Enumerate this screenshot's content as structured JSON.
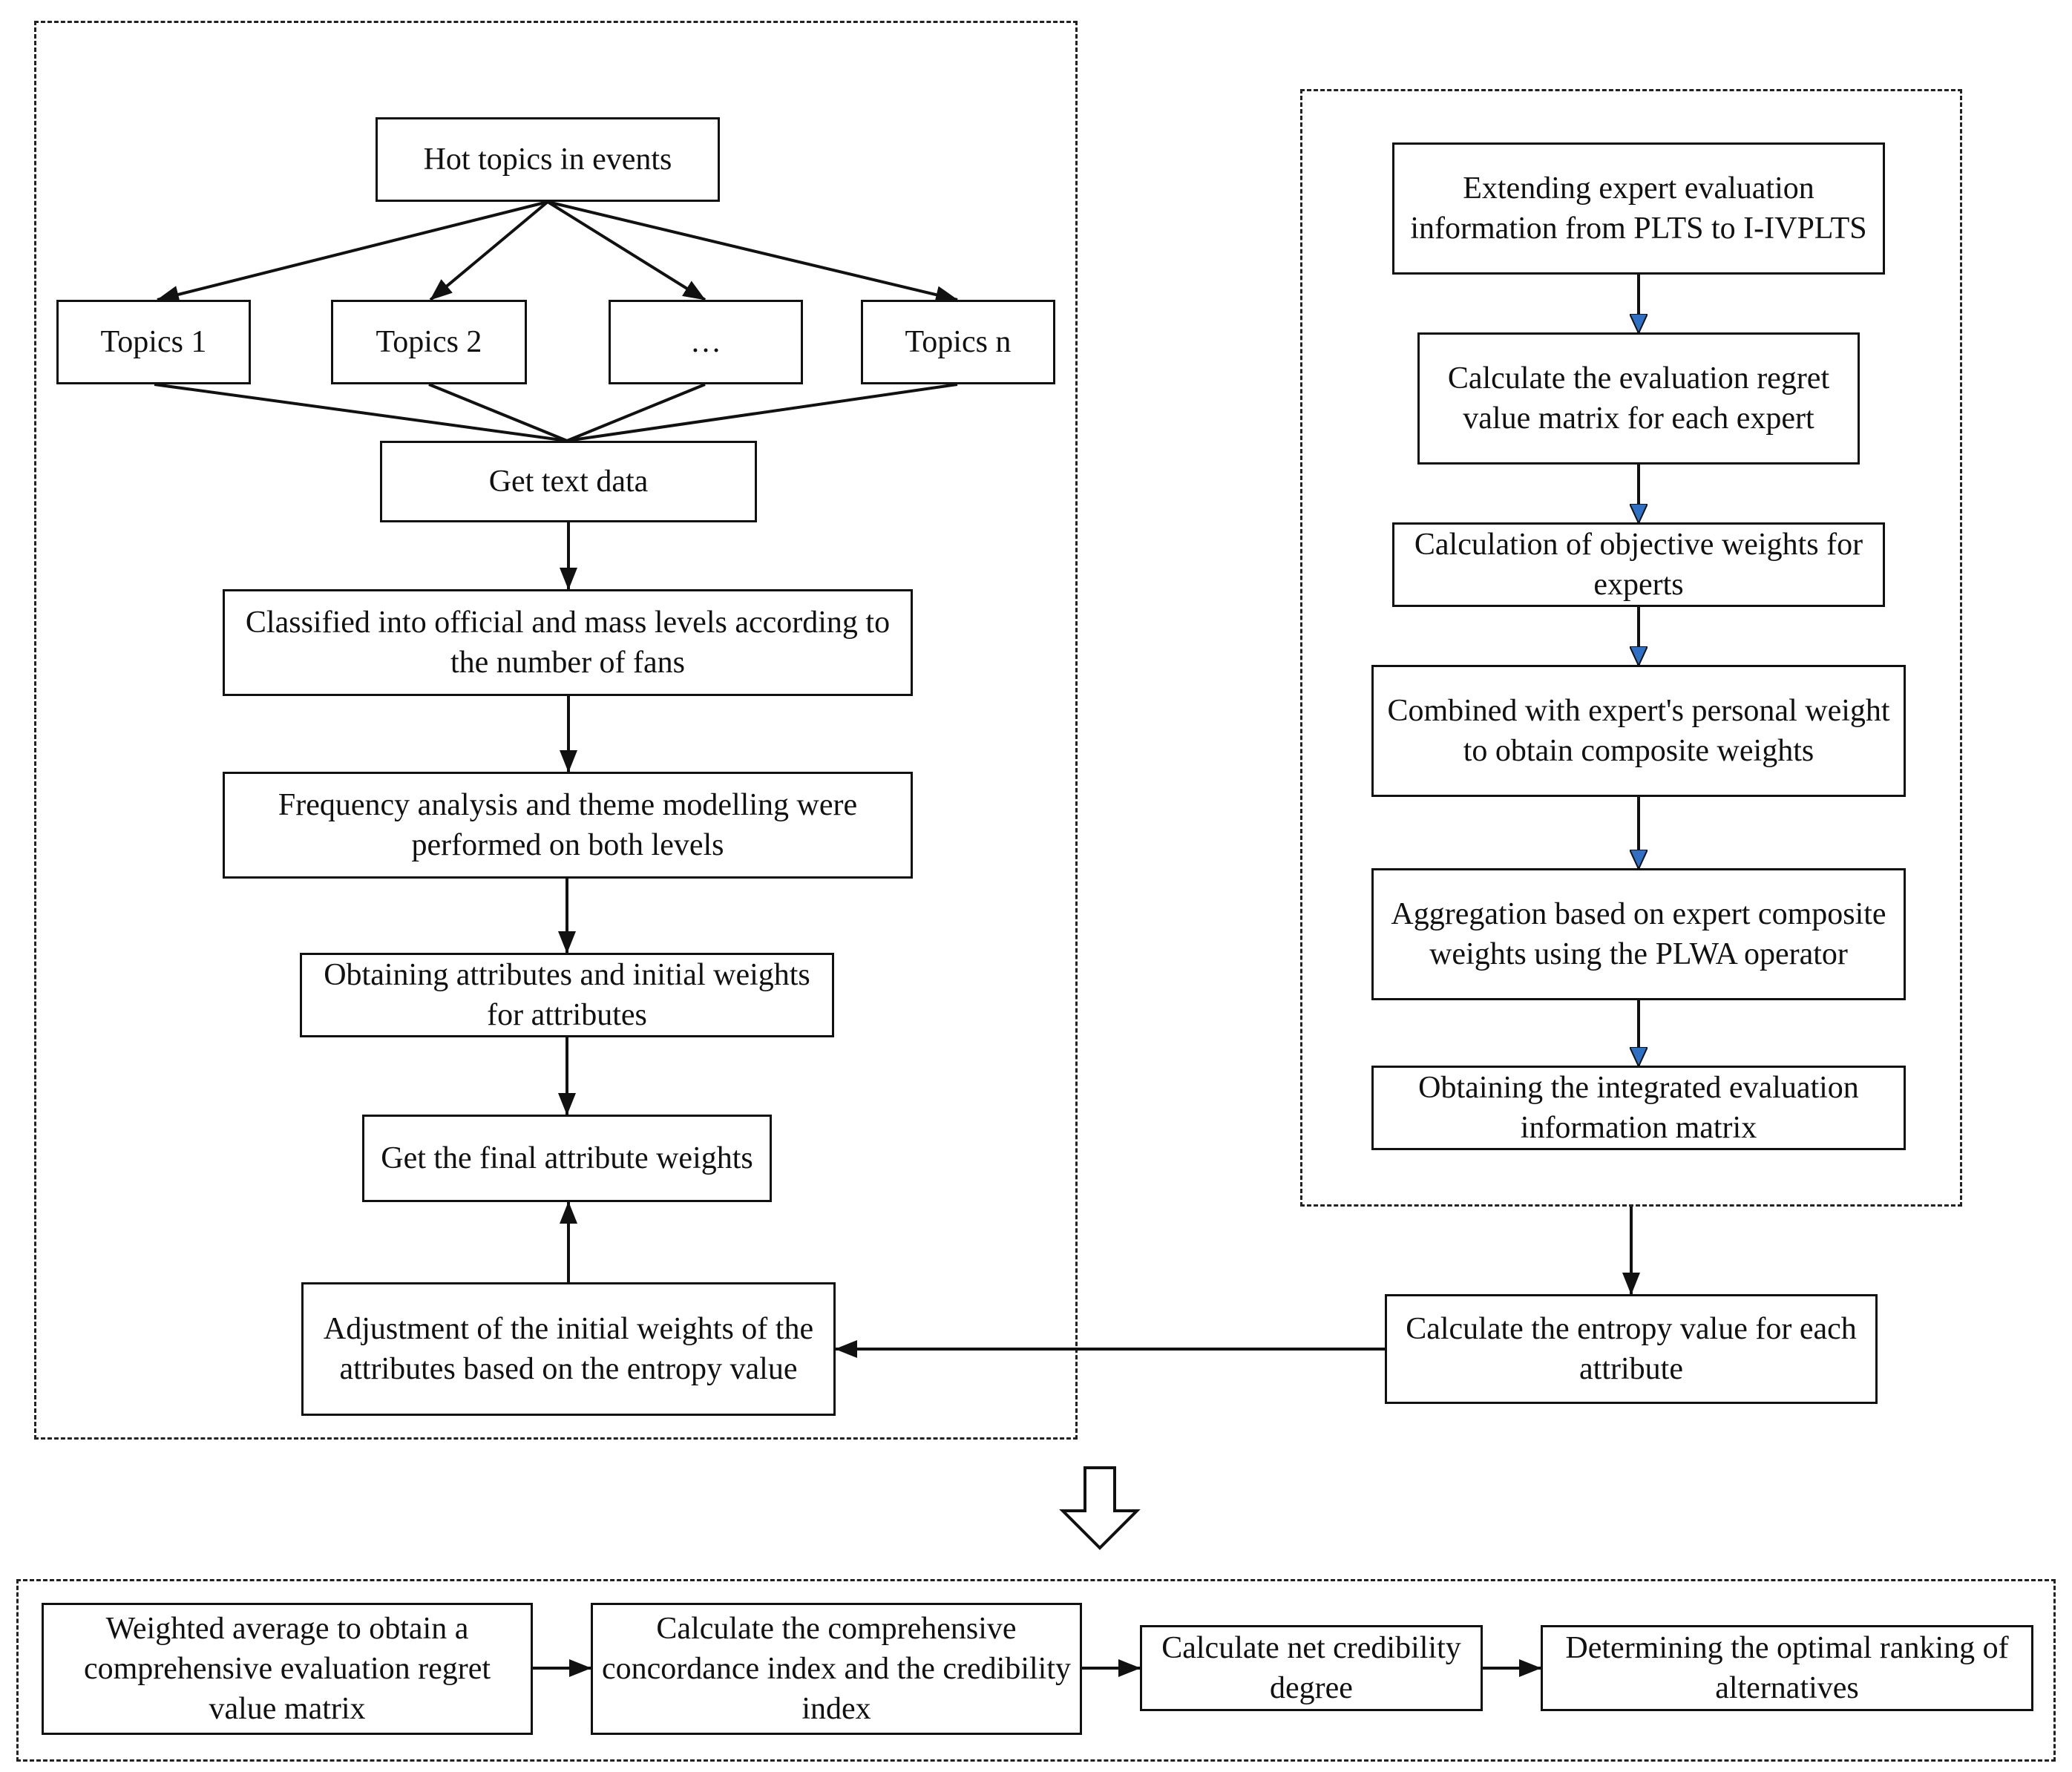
{
  "left_panel": {
    "hot_topics": "Hot topics in events",
    "topics": [
      "Topics 1",
      "Topics 2",
      "…",
      "Topics n"
    ],
    "get_text": "Get text data",
    "classified": "Classified into official and mass levels according to the number of fans",
    "frequency": "Frequency analysis and theme modelling were performed on both levels",
    "obtaining_attributes": "Obtaining attributes and initial weights for attributes",
    "final_weights": "Get the final attribute weights",
    "adjustment": "Adjustment of the initial weights of the attributes based on the entropy value"
  },
  "right_panel": {
    "extending": "Extending expert evaluation information from PLTS to I-IVPLTS",
    "regret_matrix": "Calculate the evaluation regret value matrix for each expert",
    "objective_weights": "Calculation of objective weights for experts",
    "combined": "Combined with expert's personal weight to obtain composite weights",
    "aggregation": "Aggregation based on expert composite weights using the PLWA operator",
    "integrated": "Obtaining the integrated evaluation information matrix"
  },
  "entropy": "Calculate the entropy value for each attribute",
  "bottom_panel": {
    "weighted_average": "Weighted average to obtain a comprehensive evaluation regret value matrix",
    "concordance": "Calculate the comprehensive concordance index and the credibility index",
    "net_credibility": "Calculate net credibility degree",
    "ranking": "Determining the optimal ranking of alternatives"
  },
  "colors": {
    "line": "#111111",
    "right_arrowhead": "#2f6fc4",
    "background": "#ffffff"
  }
}
